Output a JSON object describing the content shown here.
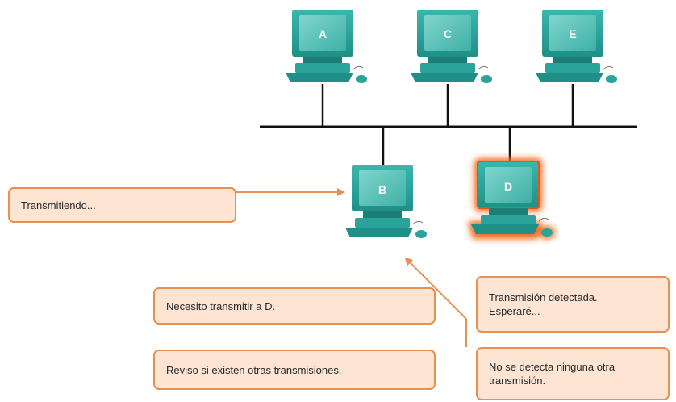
{
  "computers": {
    "a": {
      "label": "A"
    },
    "c": {
      "label": "C"
    },
    "e": {
      "label": "E"
    },
    "b": {
      "label": "B"
    },
    "d": {
      "label": "D"
    }
  },
  "callouts": {
    "transmitting": "Transmitiendo...",
    "need_transmit": "Necesito transmitir a D.",
    "check_transmissions": "Reviso si existen otras transmisiones.",
    "detected": "Transmisión detectada.\nEsperaré...",
    "not_detected": "No se detecta ninguna otra\ntransmisión."
  },
  "colors": {
    "monitor_teal": "#2aa39b",
    "screen_teal": "#5cc4bb",
    "callout_fill": "#fde4d3",
    "callout_border": "#e8904f",
    "arrow": "#e8904f",
    "highlight_glow": "#f26a1b",
    "bus_line": "#111111"
  },
  "icons": [
    "computer-icon",
    "mouse-icon"
  ]
}
